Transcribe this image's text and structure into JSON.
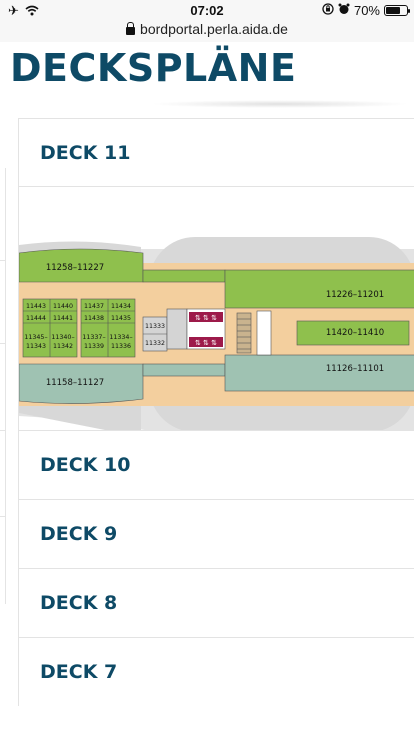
{
  "status_bar": {
    "time": "07:02",
    "battery": "70%",
    "battery_level": 0.7,
    "icons": [
      "airplane-icon",
      "wifi-icon",
      "orientation-lock-icon",
      "alarm-icon",
      "battery-icon"
    ]
  },
  "browser": {
    "url": "bordportal.perla.aida.de"
  },
  "page": {
    "title": "DECKSPLÄNE"
  },
  "decks": [
    {
      "label": "DECK 11"
    },
    {
      "label": "DECK 10"
    },
    {
      "label": "DECK 9"
    },
    {
      "label": "DECK 8"
    },
    {
      "label": "DECK 7"
    }
  ],
  "deck_plan": {
    "top_left": "11258–11227",
    "bottom_left": "11158–11127",
    "top_right": "11226–11201",
    "mid_right": "11420–11410",
    "bottom_right": "11126–11101",
    "cabins": {
      "c11443": "11443",
      "c11440": "11440",
      "c11444": "11444",
      "c11441": "11441",
      "c11345a": "11345–",
      "c11343": "11343",
      "c11340a": "11340–",
      "c11342": "11342",
      "c11437": "11437",
      "c11434": "11434",
      "c11438": "11438",
      "c11435": "11435",
      "c11337a": "11337–",
      "c11339": "11339",
      "c11334a": "11334–",
      "c11336": "11336",
      "c11333": "11333",
      "c11332": "11332"
    },
    "colors": {
      "green": "#8fc04d",
      "teal": "#9fc2b2",
      "peach": "#f3cf9e",
      "grey": "#d4d4d4",
      "elevator": "#9d1a4a"
    }
  }
}
